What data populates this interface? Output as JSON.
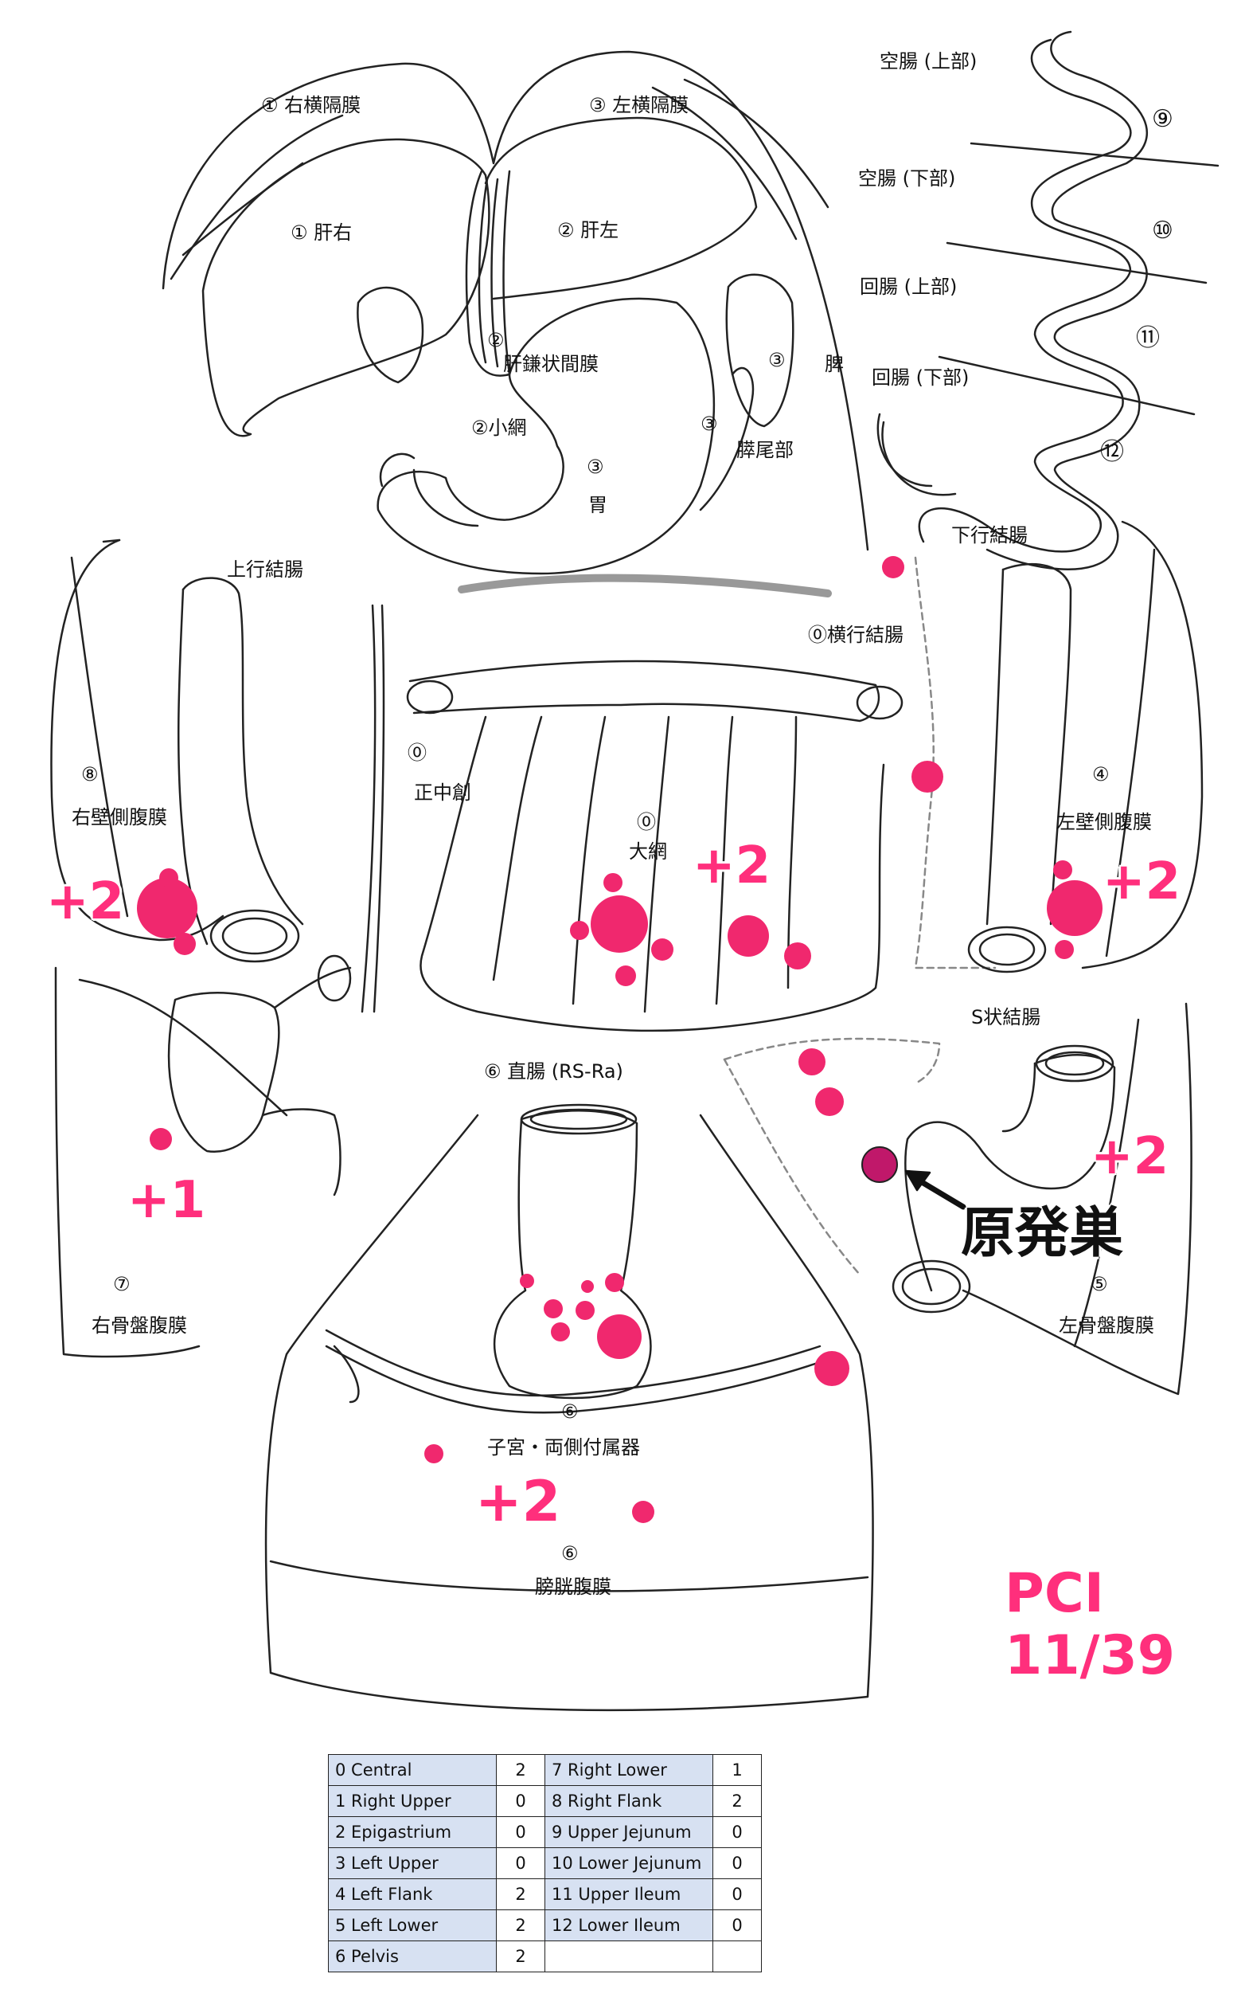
{
  "labels": {
    "r_diaphragm": "① 右横隔膜",
    "l_diaphragm": "③ 左横隔膜",
    "liver_r": "① 肝右",
    "liver_l": "② 肝左",
    "falciform": "②\n肝鎌状間膜",
    "falciform_num": "②",
    "falciform_name": "肝鎌状間膜",
    "omentum_minor": "②小網",
    "stomach_num": "③",
    "stomach": "胃",
    "spleen_num": "③",
    "spleen": "脾",
    "pancreas_num": "③",
    "pancreas": "膵尾部",
    "jejunum_up": "空腸 (上部)",
    "jejunum_low": "空腸 (下部)",
    "ileum_up": "回腸 (上部)",
    "ileum_low": "回腸 (下部)",
    "n9": "⑨",
    "n10": "⑩",
    "n11": "⑪",
    "n12": "⑫",
    "asc_colon": "上行結腸",
    "desc_colon": "下行結腸",
    "trans_colon": "⓪横行結腸",
    "midline_num": "⓪",
    "midline": "正中創",
    "omentum_num": "⓪",
    "omentum": "大網",
    "r_flank_num": "⑧",
    "r_flank": "右壁側腹膜",
    "l_flank_num": "④",
    "l_flank": "左壁側腹膜",
    "rectum": "⑥ 直腸 (RS-Ra)",
    "sigmoid": "S状結腸",
    "r_pelvis_num": "⑦",
    "r_pelvis": "右骨盤腹膜",
    "l_pelvis_num": "⑤",
    "l_pelvis": "左骨盤腹膜",
    "uterus_num": "⑥",
    "uterus": "子宮・両側付属器",
    "bladder_num": "⑥",
    "bladder": "膀胱腹膜",
    "primary": "原発巣"
  },
  "scores": {
    "r_flank": "+2",
    "omentum": "+2",
    "l_flank": "+2",
    "r_lower": "+1",
    "l_lower": "+2",
    "pelvis": "+2"
  },
  "pci": {
    "title": "PCI",
    "value": "11/39"
  },
  "table": [
    {
      "left_name": "0 Central",
      "left_val": "2",
      "right_name": "7 Right Lower",
      "right_val": "1"
    },
    {
      "left_name": "1 Right Upper",
      "left_val": "0",
      "right_name": "8 Right Flank",
      "right_val": "2"
    },
    {
      "left_name": "2 Epigastrium",
      "left_val": "0",
      "right_name": "9 Upper Jejunum",
      "right_val": "0"
    },
    {
      "left_name": "3 Left Upper",
      "left_val": "0",
      "right_name": "10 Lower Jejunum",
      "right_val": "0"
    },
    {
      "left_name": "4 Left Flank",
      "left_val": "2",
      "right_name": "11 Upper Ileum",
      "right_val": "0"
    },
    {
      "left_name": "5 Left Lower",
      "left_val": "2",
      "right_name": "12 Lower Ileum",
      "right_val": "0"
    },
    {
      "left_name": "6 Pelvis",
      "left_val": "2",
      "right_name": "",
      "right_val": ""
    }
  ],
  "colors": {
    "lesion": "#f0286e",
    "primary_lesion": "#c0186a",
    "score": "#ff2f7c",
    "table_fill": "#d7e1f2"
  }
}
